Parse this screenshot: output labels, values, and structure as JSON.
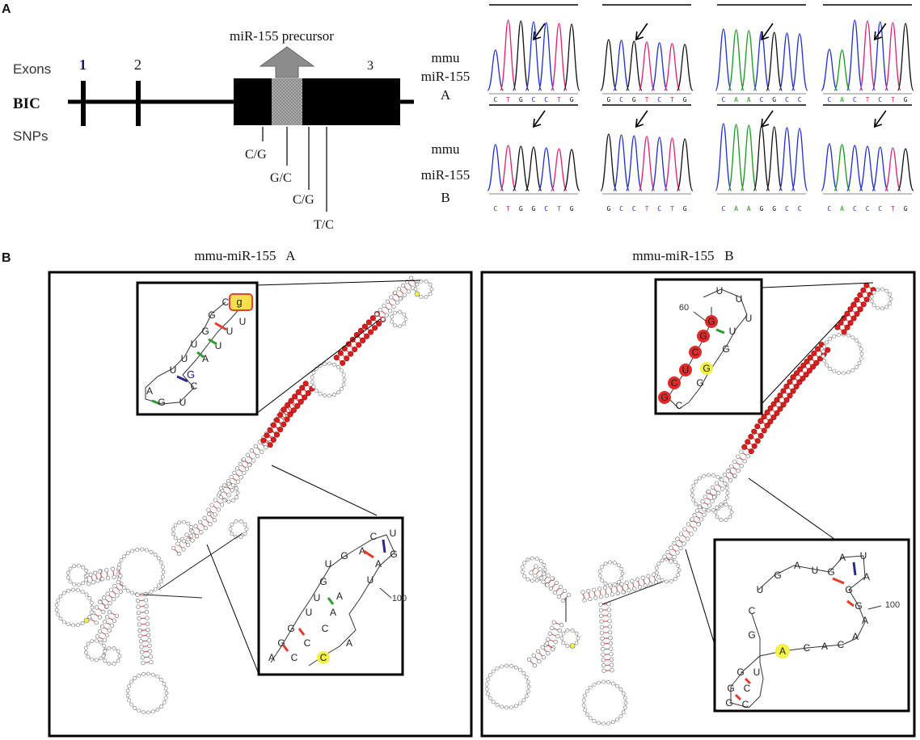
{
  "panel_a": {
    "label": "A",
    "gene_name": "BIC",
    "exons_label": "Exons",
    "snps_label": "SNPs",
    "precursor_label": "miR-155 precursor",
    "exon_numbers": [
      "1",
      "2",
      "3"
    ],
    "snps": [
      "C/G",
      "G/C",
      "C/G",
      "T/C"
    ],
    "row_a_label": [
      "mmu",
      "miR-155",
      "A"
    ],
    "row_b_label": [
      "mmu",
      "miR-155",
      "B"
    ],
    "chromatograms": {
      "row_a": [
        "CTGCCTG",
        "GCGTCTG",
        "CAACGCC",
        "CACTCTG"
      ],
      "row_b": [
        "CTGGCTG",
        "GCCTCTG",
        "CAAGGCC",
        "CACCCTG"
      ]
    },
    "base_colors": {
      "A": "#1a9a1a",
      "C": "#1f2fd0",
      "G": "#111111",
      "T": "#e0206e"
    }
  },
  "panel_b": {
    "label": "B",
    "structure_a_title": "mmu-miR-155   A",
    "structure_b_title": "mmu-miR-155   B",
    "inset_a_top": {
      "bases": [
        "C",
        "g",
        "U",
        "G",
        "U",
        "G",
        "U",
        "U",
        "A",
        "U",
        "G",
        "U",
        "C",
        "A"
      ]
    },
    "inset_a_bottom": {
      "bases": [
        "U",
        "G",
        "A",
        "C",
        "U",
        "G",
        "A",
        "U",
        "G",
        "A",
        "U",
        "A",
        "U",
        "C",
        "G",
        "C",
        "G",
        "C",
        "A",
        "C",
        "A"
      ],
      "number": "100"
    },
    "inset_b_top": {
      "bases": [
        "U",
        "U",
        "U",
        "G",
        "U",
        "G",
        "G",
        "C",
        "G",
        "U",
        "G",
        "C",
        "G",
        "C"
      ],
      "number": "60"
    },
    "inset_b_bottom": {
      "bases": [
        "U",
        "G",
        "A",
        "U",
        "G",
        "A",
        "U",
        "A",
        "G",
        "G",
        "A",
        "A",
        "C",
        "A",
        "C",
        "A",
        "G",
        "U",
        "G",
        "C",
        "G",
        "C",
        "G",
        "C"
      ],
      "number": "100"
    }
  }
}
